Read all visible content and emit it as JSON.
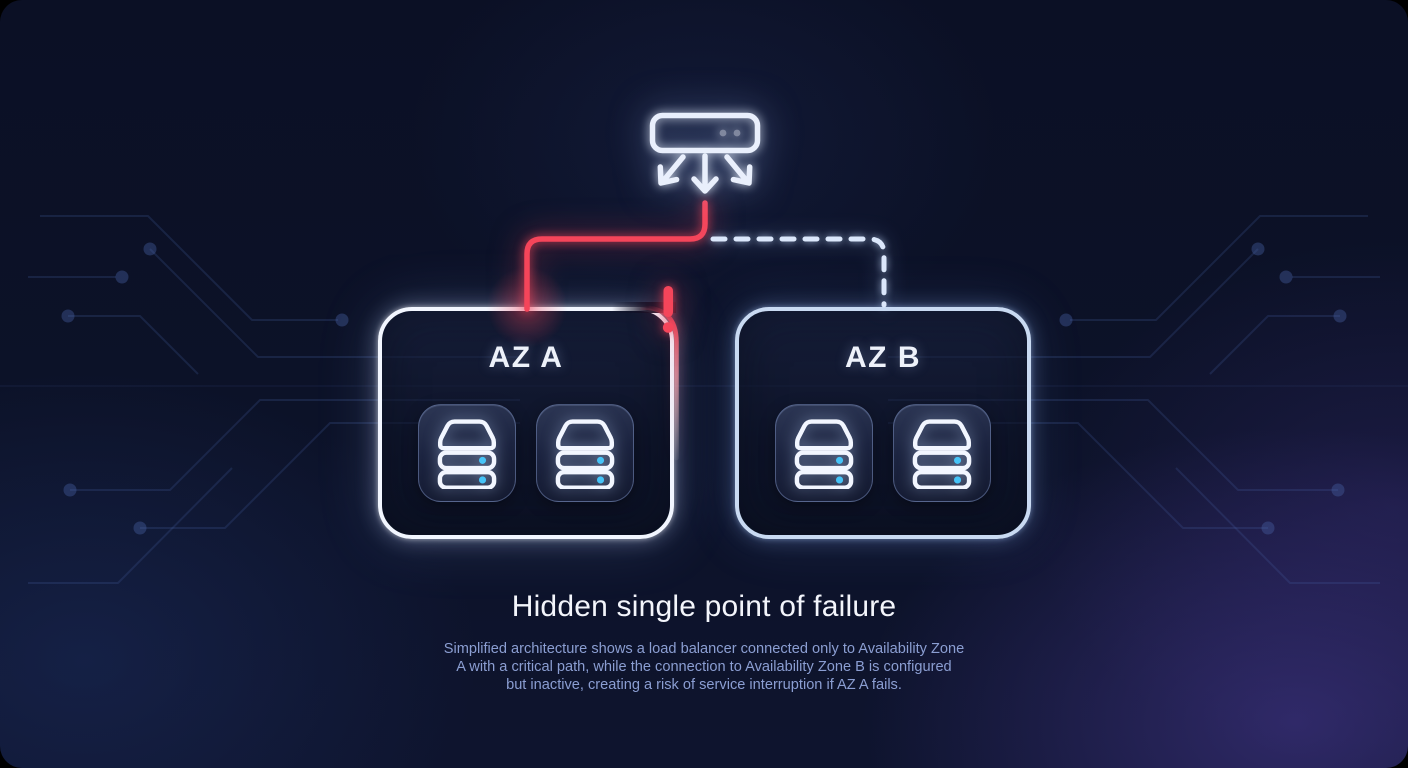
{
  "title": "Hidden single point of failure",
  "subtitle_lines": [
    "Simplified architecture shows a load balancer connected only to Availability Zone",
    "A with a critical path, while the connection to Availability Zone B is configured",
    "but inactive, creating a risk of service interruption if AZ A fails."
  ],
  "zones": [
    {
      "id": "az-a",
      "label": "AZ A",
      "server_count": 2
    },
    {
      "id": "az-b",
      "label": "AZ B",
      "server_count": 2
    }
  ],
  "icons": {
    "load_balancer": "load-balancer-icon",
    "server": "server-stack-icon",
    "alert": "exclamation-alert-icon"
  },
  "colors": {
    "critical_path_red": "#f5455a",
    "standby_path_blue": "#dbe7fb",
    "zone_a_border": "#f2f6ff",
    "zone_b_border": "#c9daf2",
    "server_led_cyan": "#45c3f7",
    "background_navy": "#0b1025",
    "subtitle_text": "#8b9ed2"
  }
}
